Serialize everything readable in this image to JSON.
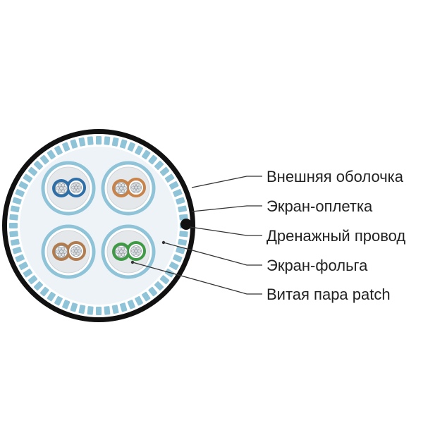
{
  "labels": {
    "outer_jacket": "Внешняя оболочка",
    "braid_shield": "Экран-оплетка",
    "drain_wire": "Дренажный провод",
    "foil_shield": "Экран-фольга",
    "twisted_pair": "Витая пара patch"
  },
  "pairs": [
    {
      "name": "blue",
      "color": "#2f6fa8"
    },
    {
      "name": "orange",
      "color": "#c8834a"
    },
    {
      "name": "brown",
      "color": "#b07c4f"
    },
    {
      "name": "green",
      "color": "#3f9a45"
    }
  ],
  "colors": {
    "jacket": "#111111",
    "braid": "#8fc3d8",
    "foil": "#8fc3d8",
    "fill": "#eef3f7",
    "strand": "#d9dde0",
    "leader": "#333333"
  }
}
